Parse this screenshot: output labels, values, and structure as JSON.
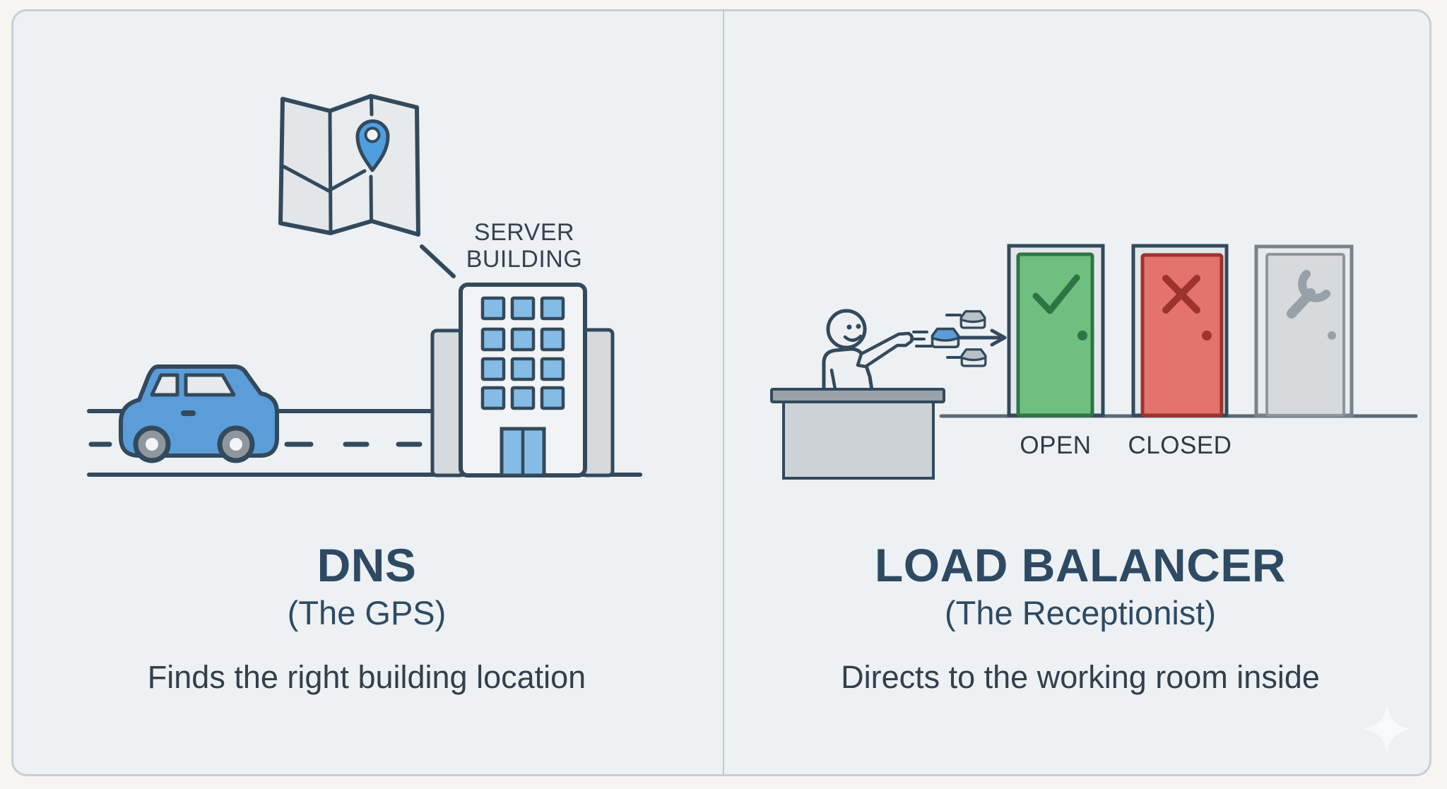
{
  "colors": {
    "page-bg": "#f7f5f2",
    "card-bg": "#edf1f4",
    "card-border": "#c9ced3",
    "divider": "#c2c8cd",
    "outline": "#33495c",
    "heading": "#2e4a63",
    "body-text": "#333f4a",
    "label-text": "#2e3a44",
    "blue": "#5b9dd8",
    "light-blue": "#85bce5",
    "pin-blue": "#4f9fe0",
    "building-fill": "#f1f3f4",
    "wing-fill": "#d5d9db",
    "wheel-gray": "#8f979e",
    "figure-fill": "#edf0f2",
    "desk-top": "#9aa2aa",
    "desk-body": "#cdd2d6",
    "frame-fill": "#e3e7ea",
    "green": "#6fc080",
    "green-dark": "#2e7546",
    "red": "#e3736c",
    "red-dark": "#9e332e",
    "door-gray": "#d6dadd",
    "gray-mid": "#99a1a8",
    "floor": "#5d6973",
    "envelope-gray": "#b9c0c7"
  },
  "left_panel": {
    "building_label": {
      "line1": "SERVER",
      "line2": "BUILDING"
    },
    "title": "DNS",
    "subtitle": "(The GPS)",
    "caption": "Finds the right building location",
    "icons": {
      "map": "folded-map-icon",
      "pin": "location-pin-icon",
      "car": "car-icon",
      "building": "server-building-icon",
      "road": "road-lines"
    }
  },
  "right_panel": {
    "title": "LOAD BALANCER",
    "subtitle": "(The Receptionist)",
    "caption": "Directs to the working room inside",
    "door_labels": {
      "open": "OPEN",
      "closed": "CLOSED"
    },
    "icons": {
      "person": "receptionist-icon",
      "desk": "reception-desk",
      "envelopes": "request-envelopes-icon",
      "arrow": "arrow-right-icon",
      "check": "checkmark-icon",
      "cross": "x-icon",
      "wrench": "wrench-icon",
      "sparkle": "sparkle-icon"
    }
  }
}
